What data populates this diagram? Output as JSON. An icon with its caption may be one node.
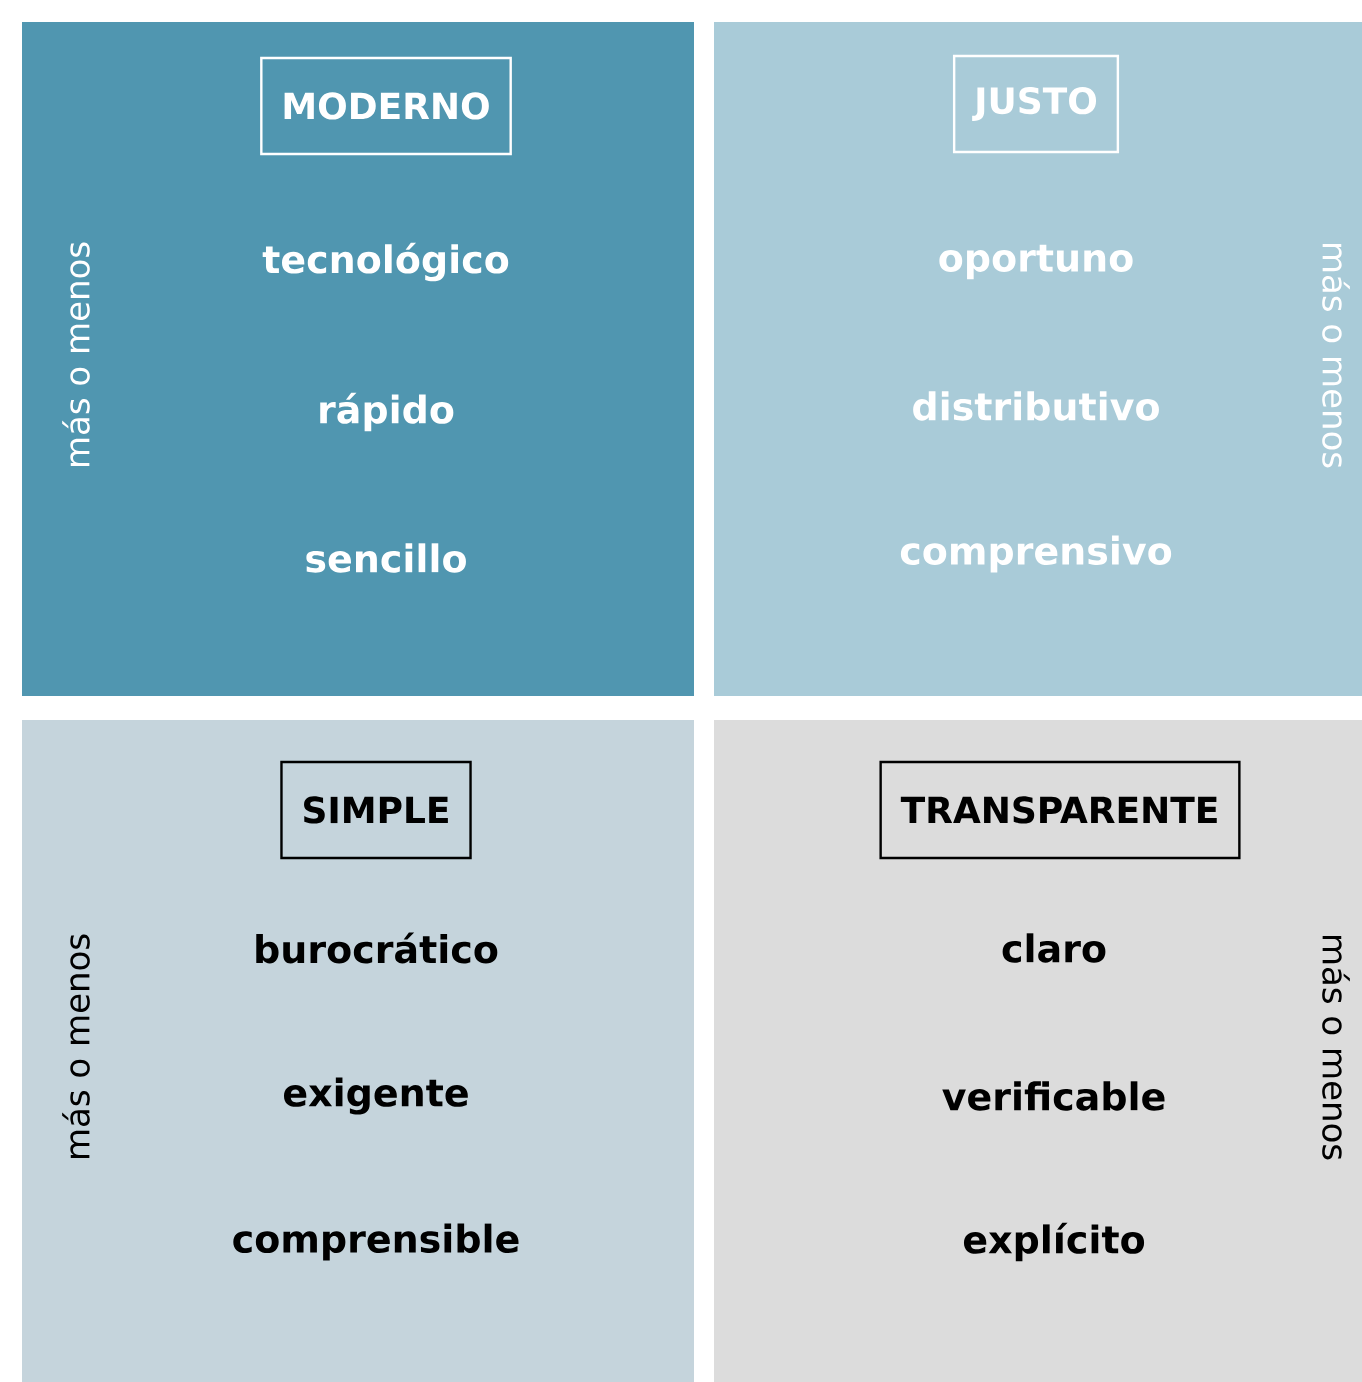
{
  "diagram": {
    "nodes": [
      {
        "text": [
          "tecnológico",
          "rápido",
          "sencillo",
          "más o menos"
        ]
      },
      {
        "text": [
          "MODERNO"
        ],
        "in": 0
      },
      {
        "text": [
          "oportuno",
          "distributivo",
          "comprensivo",
          "más o menos"
        ]
      },
      {
        "text": [
          "JUSTO"
        ],
        "in": 2
      },
      {
        "text": [
          "burocrático",
          "exigente",
          "comprensible",
          "más o menos"
        ]
      },
      {
        "text": [
          "SIMPLE"
        ],
        "in": 4
      },
      {
        "text": [
          "claro",
          "verificable",
          "explícito",
          "más o menos"
        ]
      },
      {
        "text": [
          "TRANSPARENTE"
        ],
        "in": 6
      }
    ]
  }
}
